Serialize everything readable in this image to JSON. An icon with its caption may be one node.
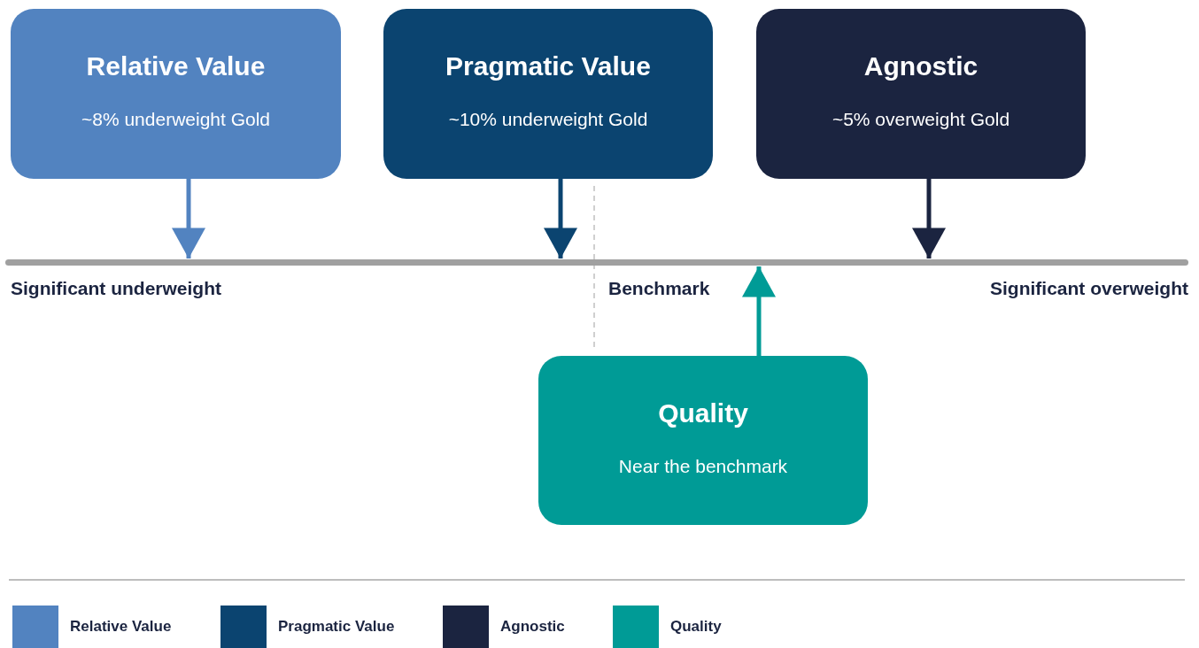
{
  "diagram": {
    "nodes": [
      {
        "text": [
          "Relative Value",
          "~8% underweight Gold"
        ]
      },
      {
        "text": [
          "Pragmatic Value",
          "~10% underweight Gold"
        ]
      },
      {
        "text": [
          "Agnostic",
          "~5% overweight Gold"
        ]
      },
      {
        "text": [
          "Quality",
          "Near the benchmark"
        ]
      },
      {
        "text": [],
        "shape": "bar"
      }
    ],
    "edges": [
      {
        "from": 0,
        "to": 4,
        "arrow": "to",
        "color": "#5283c0"
      },
      {
        "from": 1,
        "to": 4,
        "arrow": "to",
        "color": "#0b4470"
      },
      {
        "from": 2,
        "to": 4,
        "arrow": "to",
        "color": "#1b2440"
      },
      {
        "from": 3,
        "to": 4,
        "arrow": "to",
        "color": "#009b96"
      }
    ],
    "labels": [
      "Significant underweight",
      "Benchmark",
      "Significant overweight"
    ],
    "legend": [
      {
        "text": "Relative Value",
        "color": "#5283c0"
      },
      {
        "text": "Pragmatic Value",
        "color": "#0b4470"
      },
      {
        "text": "Agnostic",
        "color": "#1b2440"
      },
      {
        "text": "Quality",
        "color": "#009b96"
      }
    ]
  }
}
